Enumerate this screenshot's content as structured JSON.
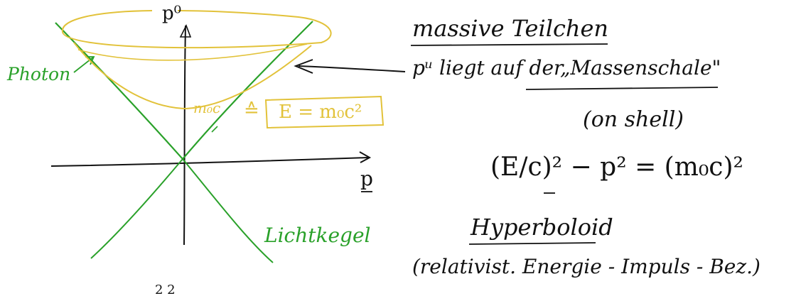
{
  "colors": {
    "ink": "#111111",
    "light_cone": "#2aa12a",
    "mass_shell": "#e2c23a"
  },
  "diagram": {
    "axis_vertical_label": "p⁰",
    "axis_horizontal_label": "p",
    "photon_label": "Photon",
    "light_cone_label": "Lichtkegel",
    "shell_min_label": "m₀c",
    "equivalence_symbol": "≙",
    "boxed_formula": "E = m₀c²"
  },
  "notes": {
    "heading": "massive Teilchen",
    "line1_prefix": "pᵘ liegt auf der",
    "line1_emph": "„Massenschale\"",
    "line2": "(on shell)",
    "formula": "(E/c)² − p² = (m₀c)²",
    "hyperboloid_heading": "Hyperboloid",
    "hyperboloid_note": "(relativist. Energie - Impuls - Bez.)"
  },
  "footer": {
    "fragment": "2      2"
  }
}
